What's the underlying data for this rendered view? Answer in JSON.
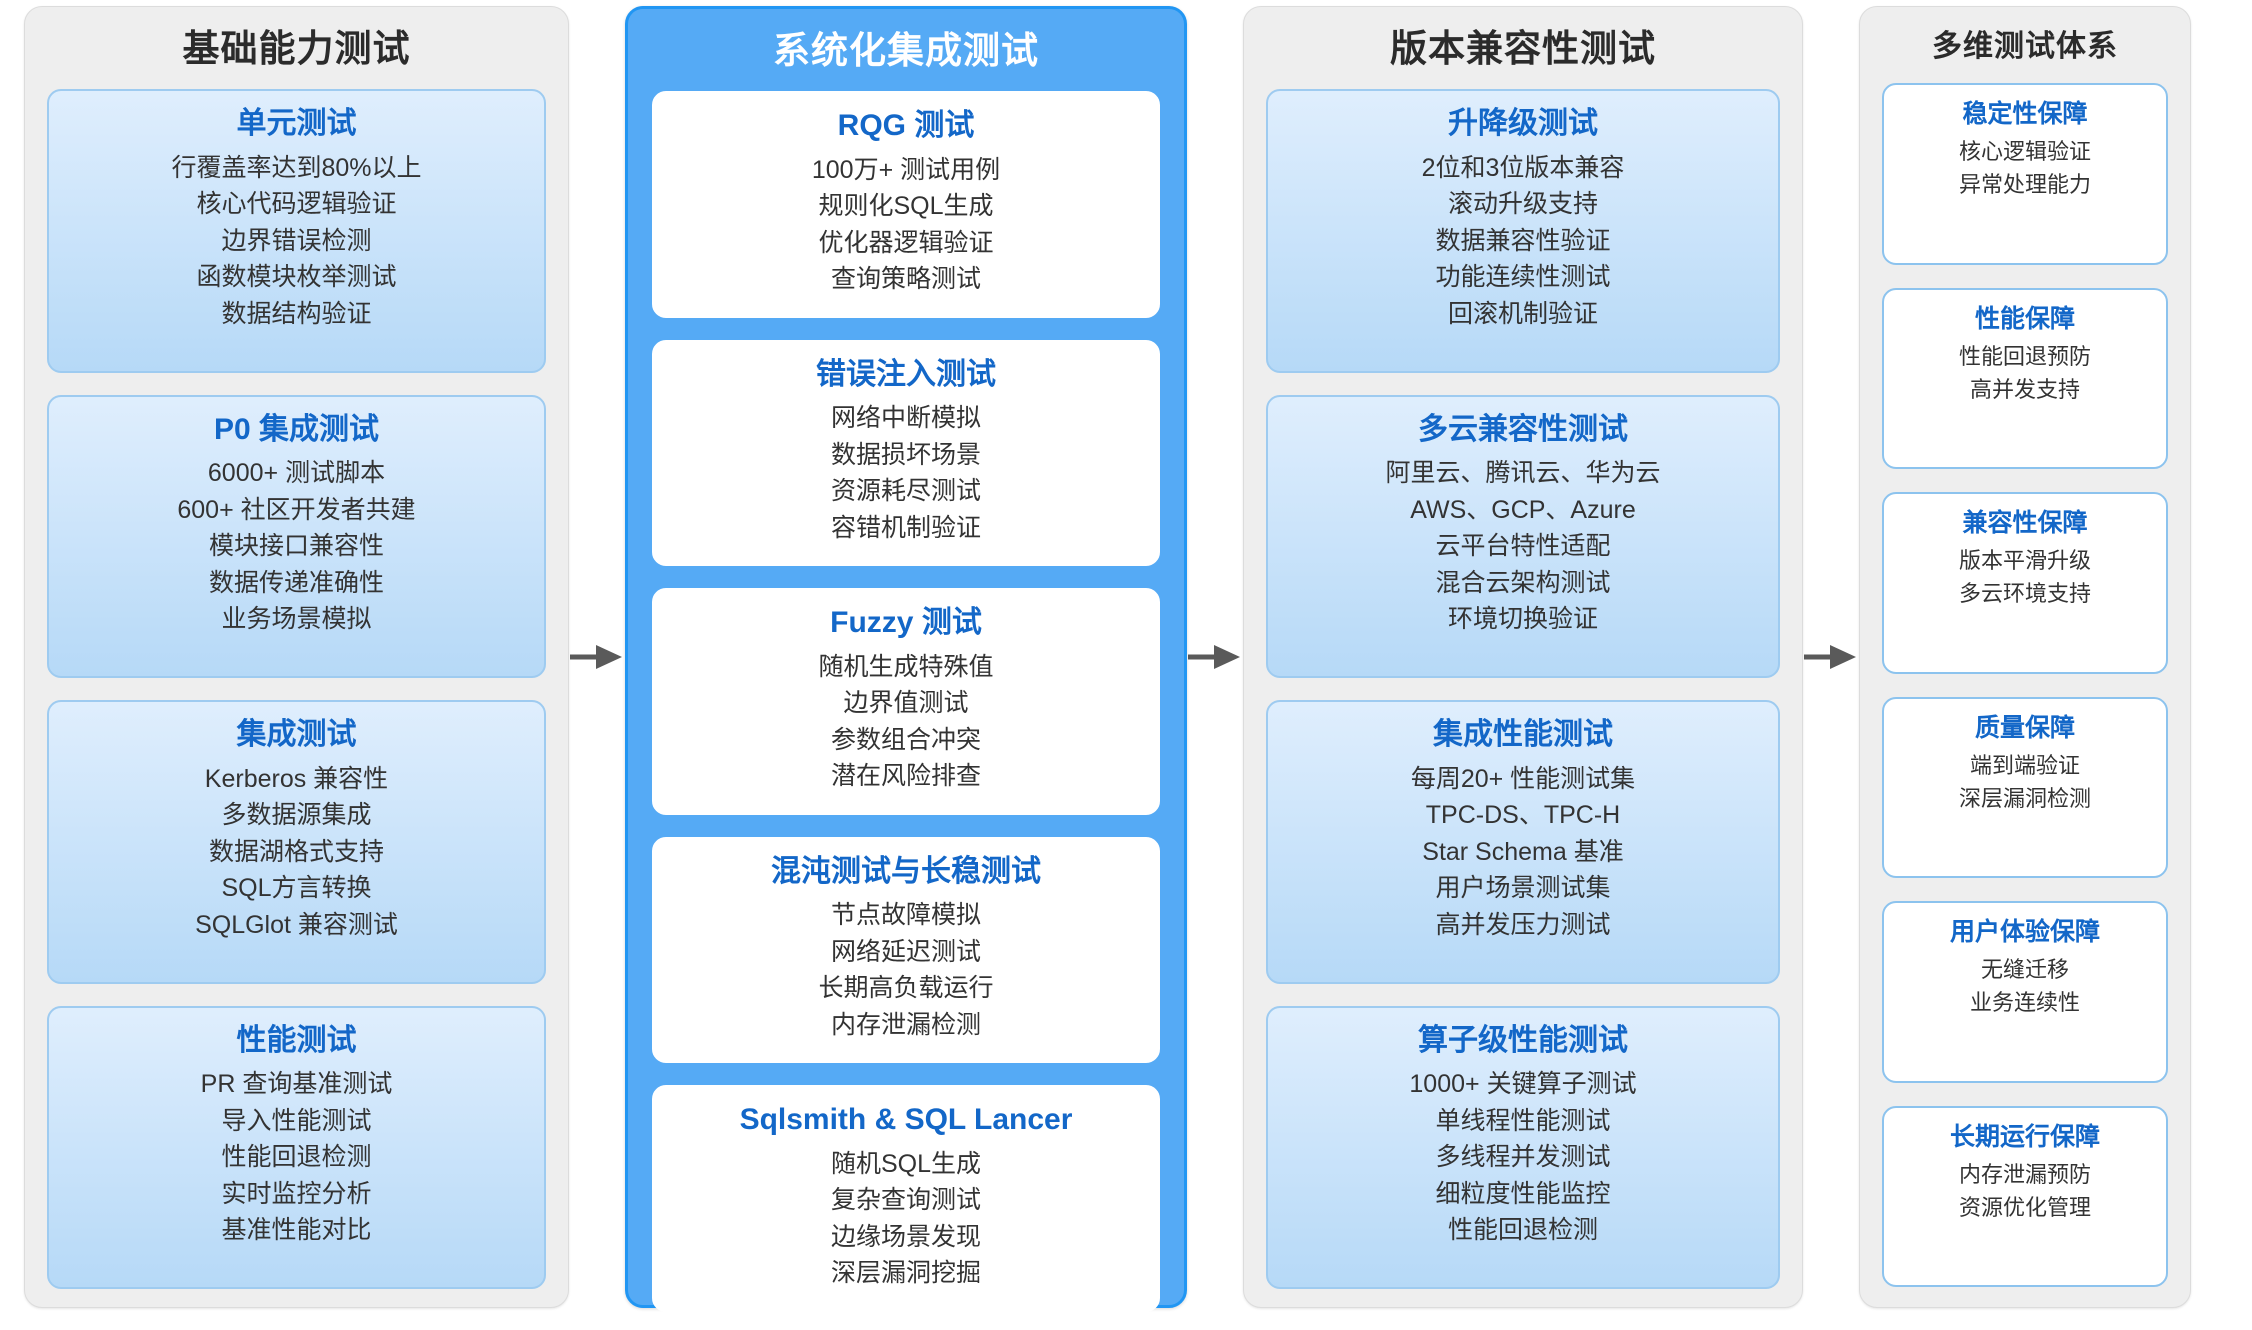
{
  "colors": {
    "accent_column_bg": "#55aaf5",
    "accent_column_border": "#2196f3",
    "plain_column_bg": "#eeeeee",
    "card_title_blue": "#1367c8",
    "card_gradient_top": "#dfeefd",
    "card_gradient_bottom": "#b6d9f7",
    "arrow_gray": "#5a5a5a"
  },
  "columns": [
    {
      "id": "basic-capability-testing",
      "title": "基础能力测试",
      "highlight": false,
      "cards": [
        {
          "title": "单元测试",
          "lines": [
            "行覆盖率达到80%以上",
            "核心代码逻辑验证",
            "边界错误检测",
            "函数模块枚举测试",
            "数据结构验证"
          ]
        },
        {
          "title": "P0 集成测试",
          "lines": [
            "6000+ 测试脚本",
            "600+ 社区开发者共建",
            "模块接口兼容性",
            "数据传递准确性",
            "业务场景模拟"
          ]
        },
        {
          "title": "集成测试",
          "lines": [
            "Kerberos 兼容性",
            "多数据源集成",
            "数据湖格式支持",
            "SQL方言转换",
            "SQLGlot 兼容测试"
          ]
        },
        {
          "title": "性能测试",
          "lines": [
            "PR 查询基准测试",
            "导入性能测试",
            "性能回退检测",
            "实时监控分析",
            "基准性能对比"
          ]
        }
      ]
    },
    {
      "id": "systematic-integration-testing",
      "title": "系统化集成测试",
      "highlight": true,
      "cards": [
        {
          "title": "RQG 测试",
          "lines": [
            "100万+ 测试用例",
            "规则化SQL生成",
            "优化器逻辑验证",
            "查询策略测试"
          ]
        },
        {
          "title": "错误注入测试",
          "lines": [
            "网络中断模拟",
            "数据损坏场景",
            "资源耗尽测试",
            "容错机制验证"
          ]
        },
        {
          "title": "Fuzzy 测试",
          "lines": [
            "随机生成特殊值",
            "边界值测试",
            "参数组合冲突",
            "潜在风险排查"
          ]
        },
        {
          "title": "混沌测试与长稳测试",
          "lines": [
            "节点故障模拟",
            "网络延迟测试",
            "长期高负载运行",
            "内存泄漏检测"
          ]
        },
        {
          "title": "Sqlsmith & SQL Lancer",
          "lines": [
            "随机SQL生成",
            "复杂查询测试",
            "边缘场景发现",
            "深层漏洞挖掘"
          ]
        }
      ]
    },
    {
      "id": "version-compatibility-testing",
      "title": "版本兼容性测试",
      "highlight": false,
      "cards": [
        {
          "title": "升降级测试",
          "lines": [
            "2位和3位版本兼容",
            "滚动升级支持",
            "数据兼容性验证",
            "功能连续性测试",
            "回滚机制验证"
          ]
        },
        {
          "title": "多云兼容性测试",
          "lines": [
            "阿里云、腾讯云、华为云",
            "AWS、GCP、Azure",
            "云平台特性适配",
            "混合云架构测试",
            "环境切换验证"
          ]
        },
        {
          "title": "集成性能测试",
          "lines": [
            "每周20+ 性能测试集",
            "TPC-DS、TPC-H",
            "Star Schema 基准",
            "用户场景测试集",
            "高并发压力测试"
          ]
        },
        {
          "title": "算子级性能测试",
          "lines": [
            "1000+ 关键算子测试",
            "单线程性能测试",
            "多线程并发测试",
            "细粒度性能监控",
            "性能回退检测"
          ]
        }
      ]
    },
    {
      "id": "multi-dimensional-testing-system",
      "title": "多维测试体系",
      "highlight": false,
      "outlined_cards": true,
      "cards": [
        {
          "title": "稳定性保障",
          "lines": [
            "核心逻辑验证",
            "异常处理能力"
          ]
        },
        {
          "title": "性能保障",
          "lines": [
            "性能回退预防",
            "高并发支持"
          ]
        },
        {
          "title": "兼容性保障",
          "lines": [
            "版本平滑升级",
            "多云环境支持"
          ]
        },
        {
          "title": "质量保障",
          "lines": [
            "端到端验证",
            "深层漏洞检测"
          ]
        },
        {
          "title": "用户体验保障",
          "lines": [
            "无缝迁移",
            "业务连续性"
          ]
        },
        {
          "title": "长期运行保障",
          "lines": [
            "内存泄漏预防",
            "资源优化管理"
          ]
        }
      ]
    }
  ],
  "arrows": [
    {
      "name": "arrow-col1-to-col2",
      "direction": "right"
    },
    {
      "name": "arrow-col2-to-col3",
      "direction": "right"
    },
    {
      "name": "arrow-col3-to-col4",
      "direction": "right"
    }
  ]
}
